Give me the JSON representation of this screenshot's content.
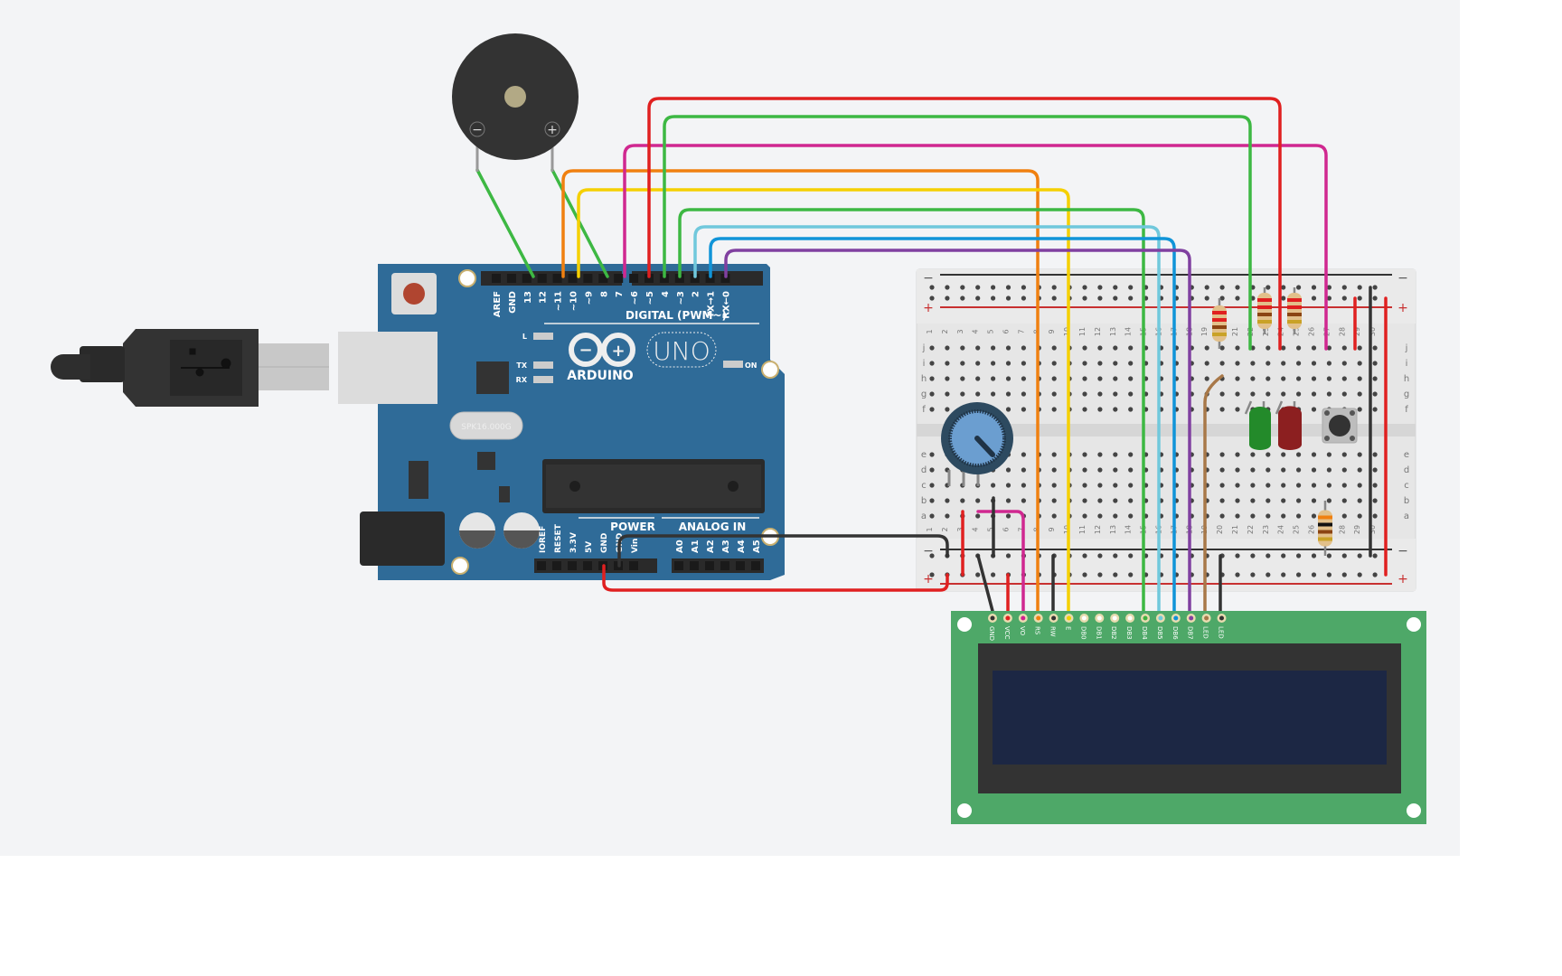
{
  "workspace": {
    "name": "circuit-canvas"
  },
  "arduino": {
    "brand": "ARDUINO",
    "model": "UNO",
    "crystal": "SPK16.000G",
    "digital_header_label": "DIGITAL (PWM~)",
    "power_header_label": "POWER",
    "analog_header_label": "ANALOG IN",
    "led_labels": {
      "l": "L",
      "tx": "TX",
      "rx": "RX",
      "on": "ON"
    },
    "digital_pins": [
      "AREF",
      "GND",
      "13",
      "12",
      "~11",
      "~10",
      "~9",
      "8",
      "7",
      "~6",
      "~5",
      "4",
      "~3",
      "2",
      "TX→1",
      "RX←0"
    ],
    "power_pins": [
      "IOREF",
      "RESET",
      "3.3V",
      "5V",
      "GND",
      "GND",
      "Vin"
    ],
    "analog_pins": [
      "A0",
      "A1",
      "A2",
      "A3",
      "A4",
      "A5"
    ]
  },
  "buzzer": {
    "minus": "−",
    "plus": "+"
  },
  "breadboard": {
    "rail_minus": "−",
    "rail_plus": "+",
    "row_labels_top": [
      "j",
      "i",
      "h",
      "g",
      "f"
    ],
    "row_labels_bottom": [
      "e",
      "d",
      "c",
      "b",
      "a"
    ],
    "columns": [
      "1",
      "2",
      "3",
      "4",
      "5",
      "6",
      "7",
      "8",
      "9",
      "10",
      "11",
      "12",
      "13",
      "14",
      "15",
      "16",
      "17",
      "18",
      "19",
      "20",
      "21",
      "22",
      "23",
      "24",
      "25",
      "26",
      "27",
      "28",
      "29",
      "30"
    ]
  },
  "lcd": {
    "pins": [
      "GND",
      "VCC",
      "VO",
      "RS",
      "RW",
      "E",
      "DB0",
      "DB1",
      "DB2",
      "DB3",
      "DB4",
      "DB5",
      "DB6",
      "DB7",
      "LED",
      "LED"
    ],
    "pin_colors": [
      "#333333",
      "#e02020",
      "#d02090",
      "#f08010",
      "#333333",
      "#f0d000",
      "#ffffff",
      "#ffffff",
      "#ffffff",
      "#ffffff",
      "#40b040",
      "#70c8dc",
      "#1090d8",
      "#8040a0",
      "#a87848",
      "#333333"
    ]
  },
  "wire_colors": {
    "red": "#e02020",
    "green": "#3db843",
    "magenta": "#d02890",
    "orange": "#f08010",
    "yellow": "#f5d000",
    "lightblue": "#70c8dc",
    "blue": "#1094d8",
    "purple": "#8040a0",
    "brown": "#a87848",
    "black": "#333333"
  }
}
